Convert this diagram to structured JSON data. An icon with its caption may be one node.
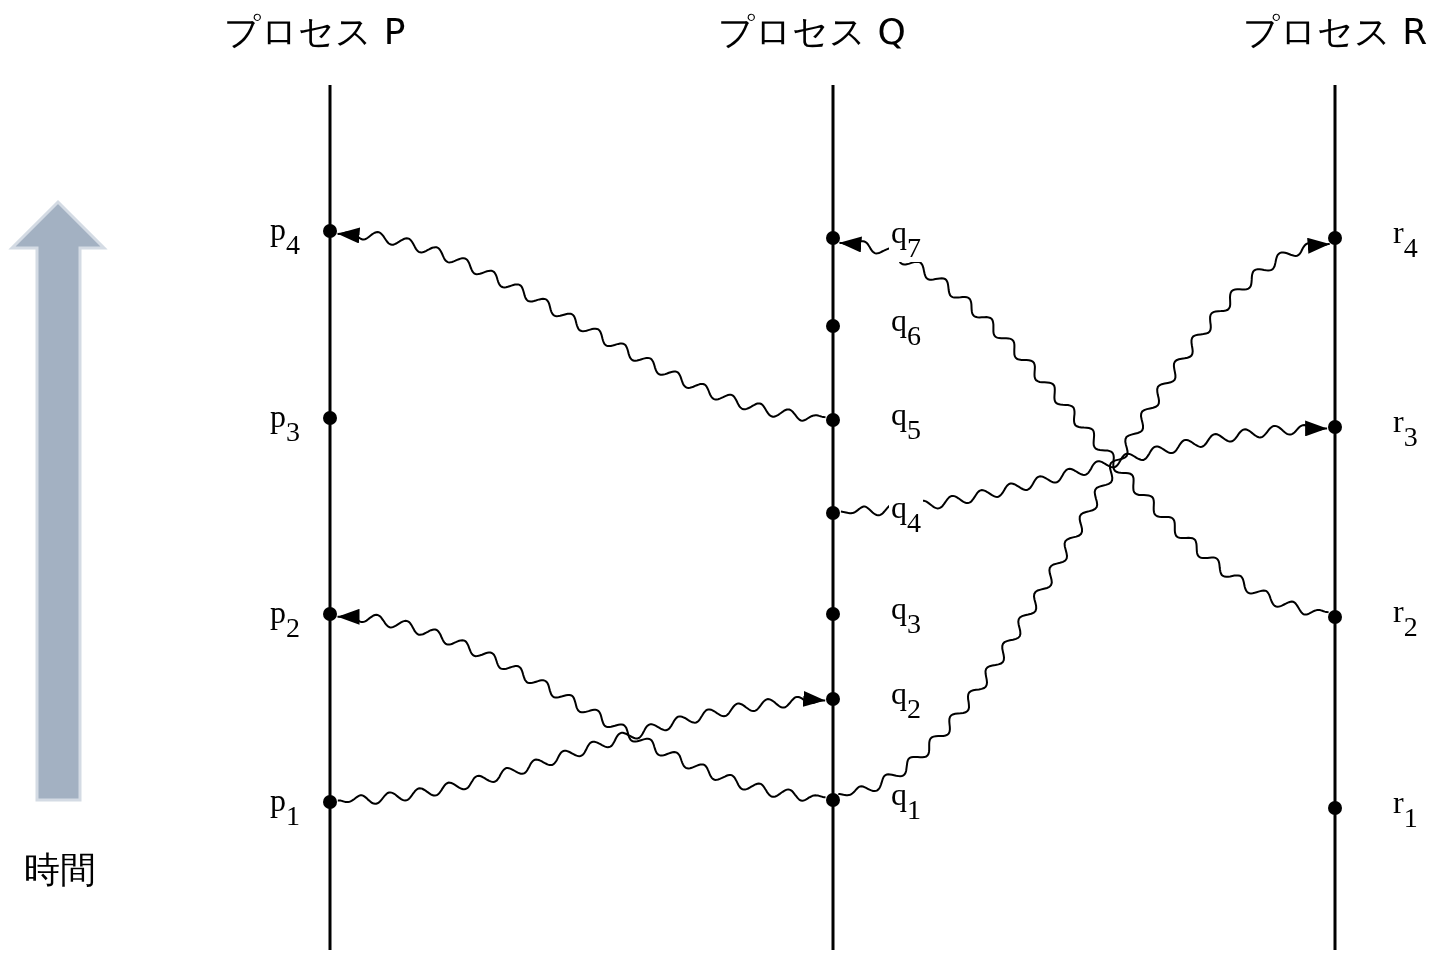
{
  "diagram": {
    "nodes": [
      {
        "text": [],
        "shape": "circle",
        "beside": [
          "p$_{1}$"
        ]
      },
      {
        "text": [],
        "shape": "circle",
        "beside": [
          "p$_{2}$"
        ]
      },
      {
        "text": [],
        "shape": "circle",
        "beside": [
          "p$_{3}$"
        ]
      },
      {
        "text": [],
        "shape": "circle",
        "beside": [
          "p$_{4}$"
        ]
      },
      {
        "text": [],
        "shape": "circle",
        "beside": [
          "q$_{1}$"
        ]
      },
      {
        "text": [],
        "shape": "circle",
        "beside": [
          "q$_{2}$"
        ]
      },
      {
        "text": [],
        "shape": "circle",
        "beside": [
          "q$_{3}$"
        ]
      },
      {
        "text": [],
        "shape": "circle",
        "beside": [
          "q$_{4}$"
        ]
      },
      {
        "text": [],
        "shape": "circle",
        "beside": [
          "q$_{5}$"
        ]
      },
      {
        "text": [],
        "shape": "circle",
        "beside": [
          "q$_{6}$"
        ]
      },
      {
        "text": [],
        "shape": "circle",
        "beside": [
          "q$_{7}$"
        ]
      },
      {
        "text": [],
        "shape": "circle",
        "beside": [
          "r$_{1}$"
        ]
      },
      {
        "text": [],
        "shape": "circle",
        "beside": [
          "r$_{2}$"
        ]
      },
      {
        "text": [],
        "shape": "circle",
        "beside": [
          "r$_{3}$"
        ]
      },
      {
        "text": [],
        "shape": "circle",
        "beside": [
          "r$_{4}$"
        ]
      }
    ],
    "edges": [
      {
        "from": 8,
        "to": 3,
        "arrow": "to"
      },
      {
        "from": 0,
        "to": 5,
        "arrow": "to"
      },
      {
        "from": 4,
        "to": 1,
        "arrow": "to"
      },
      {
        "from": 7,
        "to": 13,
        "arrow": "to"
      },
      {
        "from": 4,
        "to": 14,
        "arrow": "to"
      },
      {
        "from": 12,
        "to": 10,
        "arrow": "to"
      }
    ],
    "labels": [
      "プロセス P",
      "プロセス Q",
      "プロセス R",
      "時間"
    ]
  }
}
